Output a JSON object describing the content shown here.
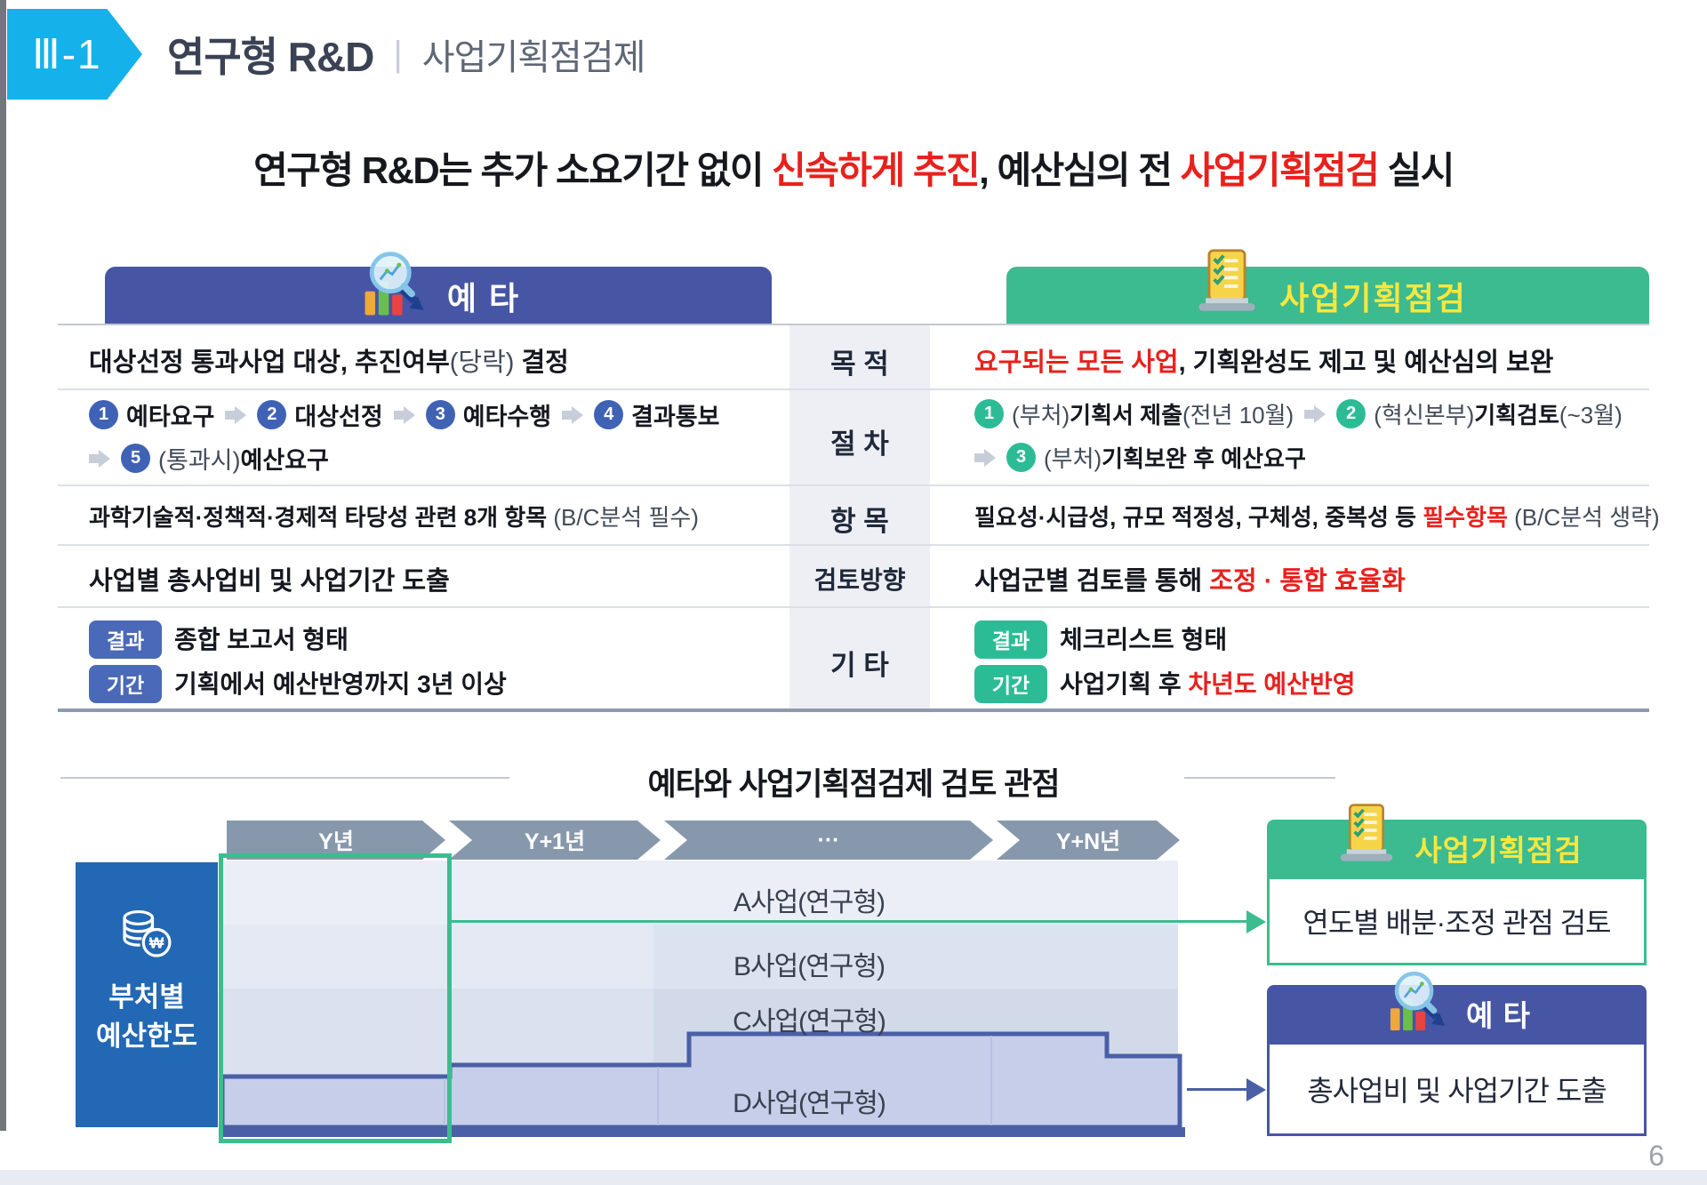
{
  "colors": {
    "accent_blue": "#4756a4",
    "accent_green": "#3cba90",
    "accent_red": "#e8211d",
    "accent_cyan": "#14b1ea",
    "chevron_gray": "#8798ad",
    "budget_box_blue": "#2268b4",
    "band_d_fill": "#c6cee9",
    "band_d_border": "#4a5fa5",
    "header_yellow": "#f7e73e"
  },
  "header": {
    "badge": "Ⅲ-1",
    "title": "연구형 R&D",
    "separator": "|",
    "subtitle": "사업기획점검제"
  },
  "headline": {
    "t1": "연구형 R&D는 추가 소요기간 없이 ",
    "red1": "신속하게 추진",
    "t2": ", 예산심의 전 ",
    "red2": "사업기획점검",
    "t3": " 실시"
  },
  "compare": {
    "left_header": "예 타",
    "right_header": "사업기획점검",
    "row_labels": [
      "목 적",
      "절 차",
      "항 목",
      "검토방향",
      "기 타"
    ],
    "purpose": {
      "left_b1": "대상선정 통과사업 대상, 추진여부",
      "left_n1": "(당락)",
      "left_b2": " 결정",
      "right_red": "요구되는 모든 사업",
      "right_rest": ", 기획완성도 제고 및 예산심의 보완"
    },
    "procedure": {
      "left": {
        "n1": "1",
        "s1": "예타요구",
        "n2": "2",
        "s2": "대상선정",
        "n3": "3",
        "s3": "예타수행",
        "n4": "4",
        "s4": "결과통보",
        "n5": "5",
        "s5_pre": "(통과시)",
        "s5": "예산요구"
      },
      "right": {
        "n1": "1",
        "s1_pre": "(부처)",
        "s1": "기획서 제출",
        "s1_post": "(전년 10월)",
        "n2": "2",
        "s2_pre": "(혁신본부)",
        "s2": "기획검토",
        "s2_post": "(~3월)",
        "n3": "3",
        "s3_pre": "(부처)",
        "s3": "기획보완 후 예산요구"
      }
    },
    "items": {
      "left_b": "과학기술적·정책적·경제적 타당성 관련 8개 항목 ",
      "left_n": "(B/C분석 필수)",
      "right_b": "필요성·시급성, 규모 적정성, 구체성, 중복성 등 ",
      "right_red": "필수항목",
      "right_n": " (B/C분석 생략)"
    },
    "direction": {
      "left": "사업별 총사업비 및 사업기간 도출",
      "right_b": "사업군별 검토를 통해 ",
      "right_red": "조정 · 통합 효율화"
    },
    "etc": {
      "left_badge1": "결과",
      "left_text1": "종합 보고서 형태",
      "left_badge2": "기간",
      "left_text2": "기획에서 예산반영까지 3년 이상",
      "right_badge1": "결과",
      "right_text1": "체크리스트 형태",
      "right_badge2": "기간",
      "right_text2": "사업기획 후 ",
      "right_text2_red": "차년도 예산반영"
    }
  },
  "bottom": {
    "section_title": "예타와 사업기획점검제 검토 관점",
    "timeline": [
      "Y년",
      "Y+1년",
      "···",
      "Y+N년"
    ],
    "budget_box": {
      "line1": "부처별",
      "line2": "예산한도"
    },
    "projects": [
      "A사업(연구형)",
      "B사업(연구형)",
      "C사업(연구형)",
      "D사업(연구형)"
    ],
    "green_box": {
      "header": "사업기획점검",
      "body": "연도별 배분·조정 관점 검토"
    },
    "blue_box": {
      "header": "예 타",
      "body": "총사업비 및 사업기간 도출"
    }
  },
  "page_number": "6"
}
